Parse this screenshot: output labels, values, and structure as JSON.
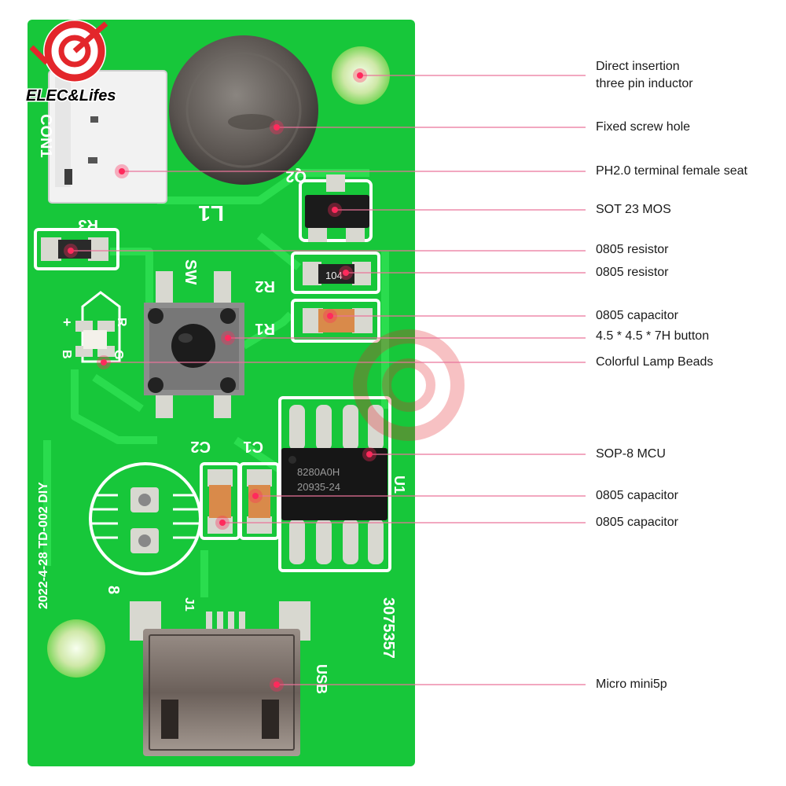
{
  "brand": {
    "name": "ELEC&Lifes",
    "watermark_text": "Lifes"
  },
  "silkscreen": {
    "conn": "CON1",
    "l1": "L1",
    "q2": "Q2",
    "r3": "R3",
    "sw": "SW",
    "r2": "R2",
    "r1": "R1",
    "res_code": "104",
    "b": "B",
    "g": "G",
    "r": "R",
    "plus": "+",
    "c2": "C2",
    "c1": "C1",
    "u1": "U1",
    "mcu_marking": [
      "8280A0H",
      "20935-24"
    ],
    "date": "2022-4-28 TD-002 DIY",
    "mark8": "8",
    "j1": "J1",
    "usb": "USB",
    "serial": "3075357"
  },
  "callouts": [
    {
      "lines": [
        "Direct insertion",
        "three pin inductor"
      ]
    },
    {
      "lines": [
        "Fixed screw hole"
      ]
    },
    {
      "lines": [
        "PH2.0 terminal female seat"
      ]
    },
    {
      "lines": [
        "SOT 23 MOS"
      ]
    },
    {
      "lines": [
        "0805 resistor"
      ]
    },
    {
      "lines": [
        "0805 resistor"
      ]
    },
    {
      "lines": [
        "0805 capacitor"
      ]
    },
    {
      "lines": [
        "4.5 * 4.5 * 7H button"
      ]
    },
    {
      "lines": [
        "Colorful Lamp Beads"
      ]
    },
    {
      "lines": [
        "SOP-8 MCU"
      ]
    },
    {
      "lines": [
        "0805 capacitor"
      ]
    },
    {
      "lines": [
        "0805 capacitor"
      ]
    },
    {
      "lines": [
        "Micro mini5p"
      ]
    }
  ],
  "colors": {
    "pcb": "#17c73a",
    "trace": "#29d84b",
    "pad": "#d8d8d0",
    "leader": "#e9739a",
    "dot": "#ff2a5c",
    "logo_red": "#e3262b"
  }
}
